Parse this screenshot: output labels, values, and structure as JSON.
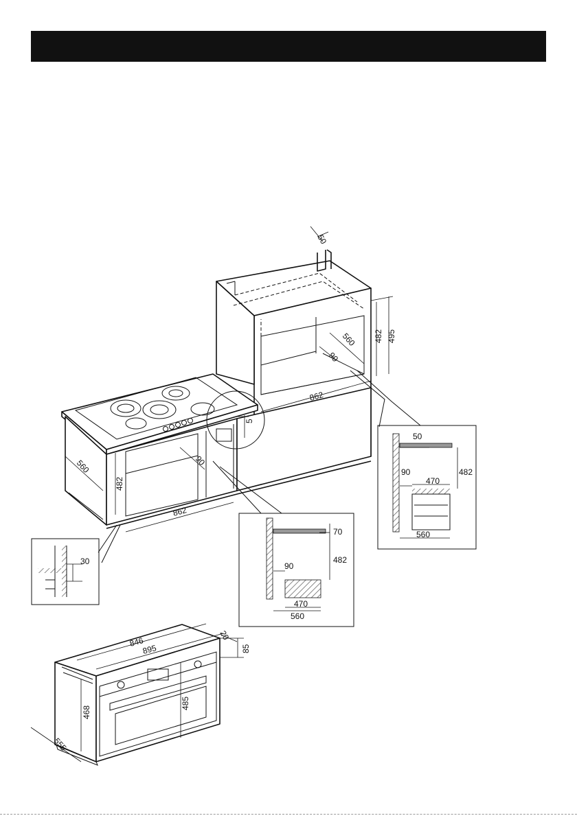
{
  "header": {
    "title": ""
  },
  "colors": {
    "header_bar": "#111111",
    "line": "#111111",
    "hatch": "#555555"
  },
  "dimensions": {
    "upper_cabinet": {
      "d50": "50",
      "d560": "560",
      "d482": "482",
      "d495": "495",
      "d90": "90",
      "d862": "862"
    },
    "lower_cabinet": {
      "d560": "560",
      "d482": "482",
      "d90": "90",
      "d862": "862",
      "d5": "5"
    },
    "detail_upper": {
      "d50": "50",
      "d90": "90",
      "d470": "470",
      "d482": "482",
      "d560": "560"
    },
    "detail_lower": {
      "d70": "70",
      "d90": "90",
      "d482": "482",
      "d470": "470",
      "d560": "560"
    },
    "detail_side": {
      "d30": "30"
    },
    "oven": {
      "d846": "846",
      "d895": "895",
      "d20": "20",
      "d85": "85",
      "d468": "468",
      "d485": "485",
      "d555": "555"
    }
  }
}
